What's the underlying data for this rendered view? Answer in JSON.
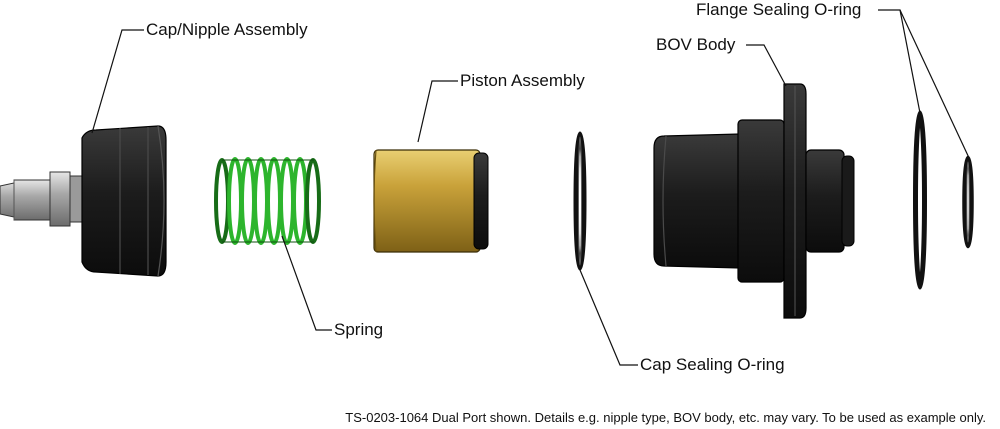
{
  "labels": {
    "cap_nipple": "Cap/Nipple Assembly",
    "piston": "Piston Assembly",
    "spring": "Spring",
    "cap_oring": "Cap Sealing O-ring",
    "bov_body": "BOV Body",
    "flange_oring": "Flange Sealing O-ring"
  },
  "footnote": "TS-0203-1064 Dual Port shown. Details e.g. nipple type, BOV body, etc. may vary. To be used as example only.",
  "colors": {
    "spring": "#2db52d",
    "piston": "#c9a23a",
    "part": "#2a2a2a",
    "fitting": "#a8a8a8",
    "leader": "#111111"
  }
}
